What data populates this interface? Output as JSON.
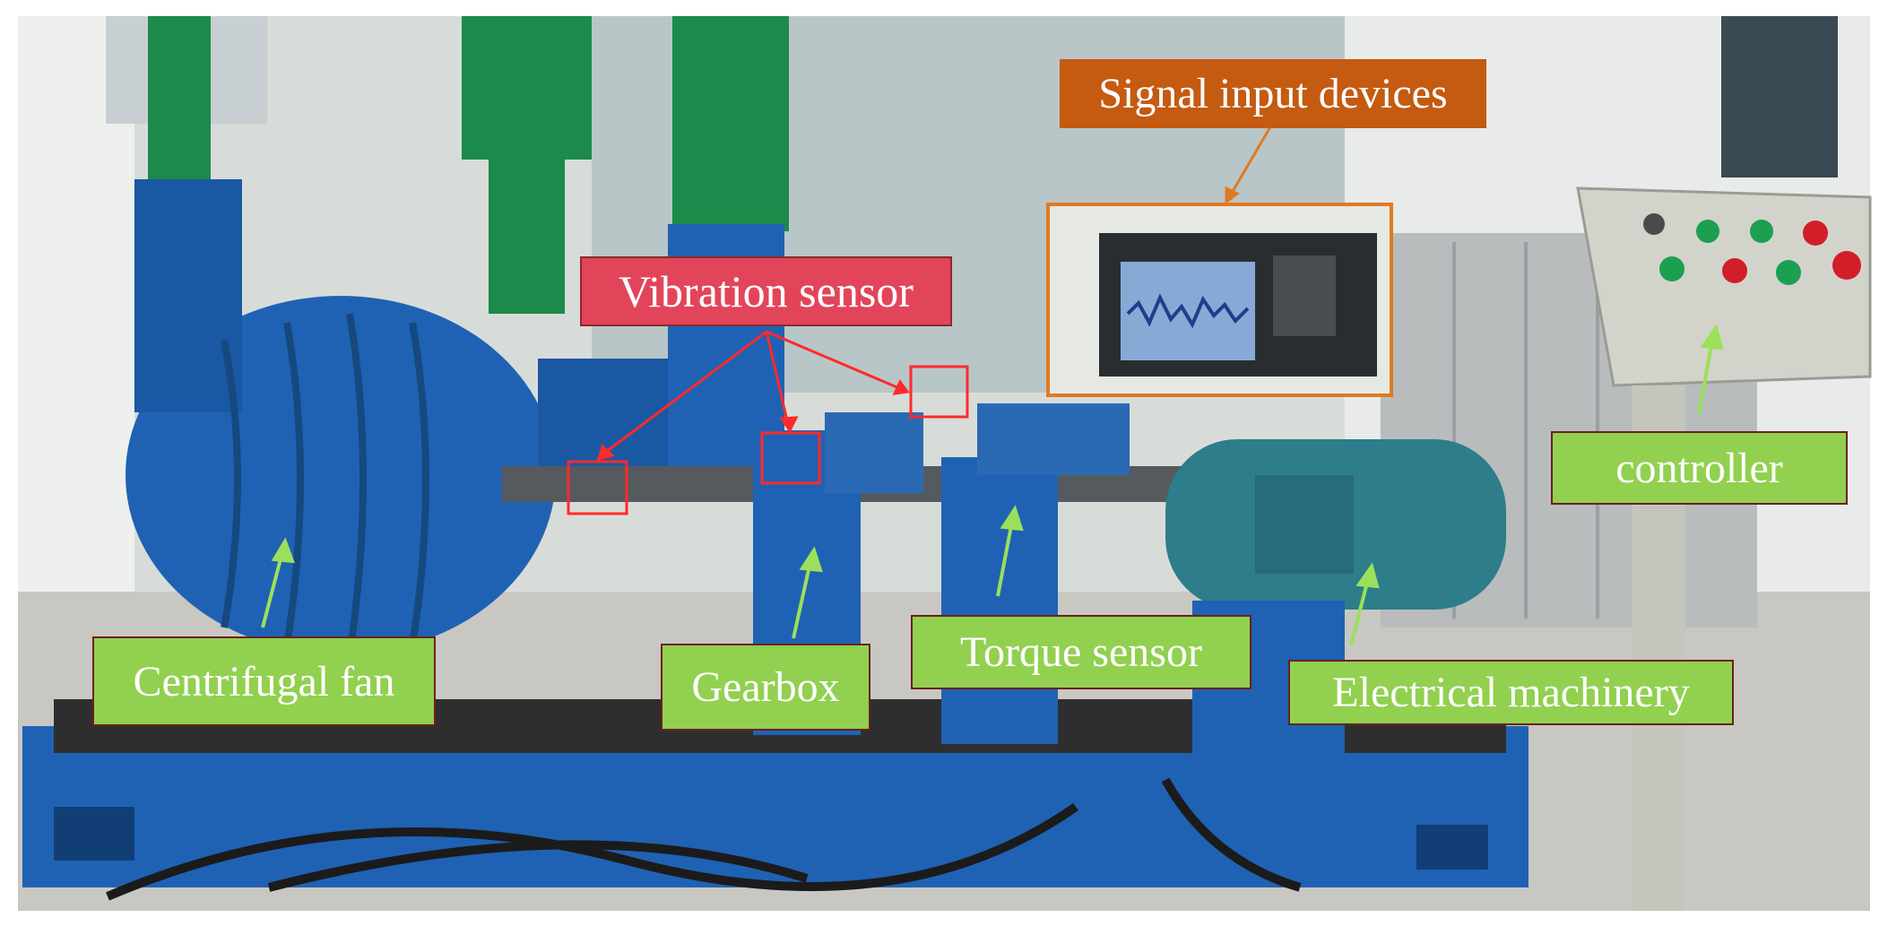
{
  "labels": {
    "signal_input_devices": "Signal input devices",
    "vibration_sensor": "Vibration sensor",
    "controller": "controller",
    "centrifugal_fan": "Centrifugal fan",
    "gearbox": "Gearbox",
    "torque_sensor": "Torque sensor",
    "electrical_machinery": "Electrical machinery"
  },
  "colors": {
    "label_green": "#92d050",
    "label_red": "#e2455a",
    "label_orange": "#c55a11",
    "arrow_red": "#ff2a2a",
    "arrow_green": "#9be05a",
    "arrow_orange": "#e07a20",
    "machine_blue": "#1f62b4",
    "pipe_green": "#1c8a4a"
  }
}
